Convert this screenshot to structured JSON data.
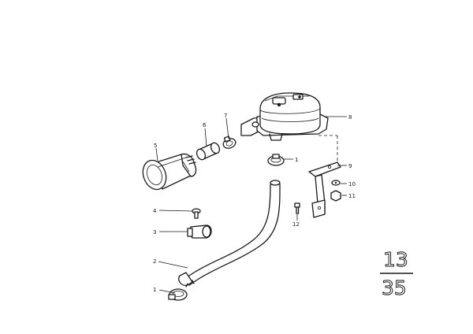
{
  "diagram": {
    "callouts": [
      {
        "id": "1a",
        "text": "1"
      },
      {
        "id": "1b",
        "text": "1"
      },
      {
        "id": "2",
        "text": "2"
      },
      {
        "id": "3",
        "text": "3"
      },
      {
        "id": "4",
        "text": "4"
      },
      {
        "id": "5",
        "text": "5"
      },
      {
        "id": "6",
        "text": "6"
      },
      {
        "id": "7",
        "text": "7"
      },
      {
        "id": "8",
        "text": "8"
      },
      {
        "id": "9",
        "text": "9"
      },
      {
        "id": "10",
        "text": "10"
      },
      {
        "id": "11",
        "text": "11"
      },
      {
        "id": "12",
        "text": "12"
      }
    ],
    "group_ref": {
      "top": "13",
      "bottom": "35"
    }
  }
}
